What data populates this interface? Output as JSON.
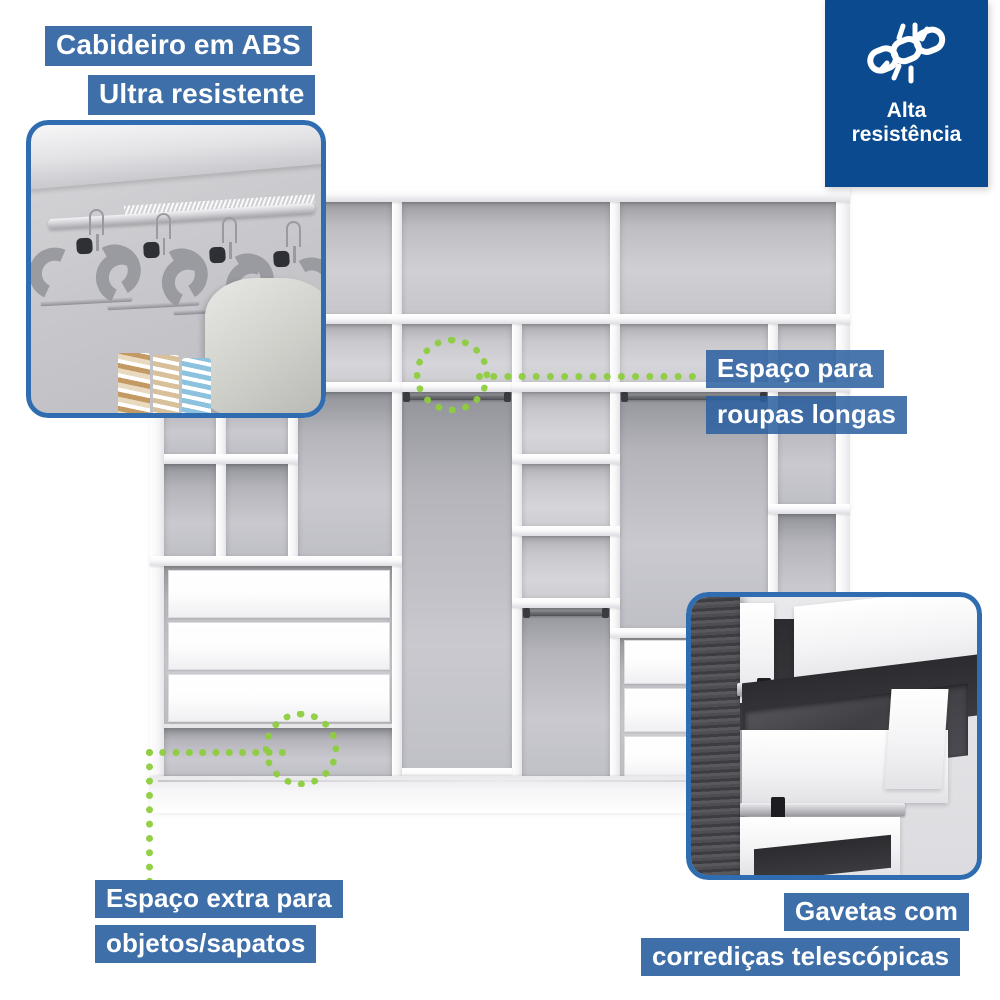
{
  "page": {
    "background_color": "#ffffff",
    "brand_blue": "#3f6fa8",
    "badge_blue": "#0b4a8f",
    "callout_green": "#8ece3f"
  },
  "callouts": {
    "top_left": {
      "line1": "Cabideiro em ABS",
      "line2": "Ultra resistente"
    },
    "right": {
      "line1": "Espaço para",
      "line2": "roupas longas"
    },
    "bottom_left": {
      "line1": "Espaço extra para",
      "line2": "objetos/sapatos"
    },
    "bottom_right": {
      "line1": "Gavetas com",
      "line2": "corrediças telescópicas"
    }
  },
  "badge": {
    "icon": "chain-link-icon",
    "line1": "Alta",
    "line2": "resistência"
  },
  "insets": {
    "hanger_photo": {
      "alt": "Cabideiro com cabides cinza e roupas penduradas",
      "border_color": "#2f6cb0"
    },
    "drawer_photo": {
      "alt": "Gaveta aberta com corrediças telescópicas metálicas",
      "border_color": "#2f6cb0"
    }
  },
  "product": {
    "alt": "Guarda-roupa aberto mostrando prateleiras, cabideiros e gavetas",
    "drawers_left_count": 3,
    "drawers_right_count": 3,
    "rails_count": 3
  }
}
